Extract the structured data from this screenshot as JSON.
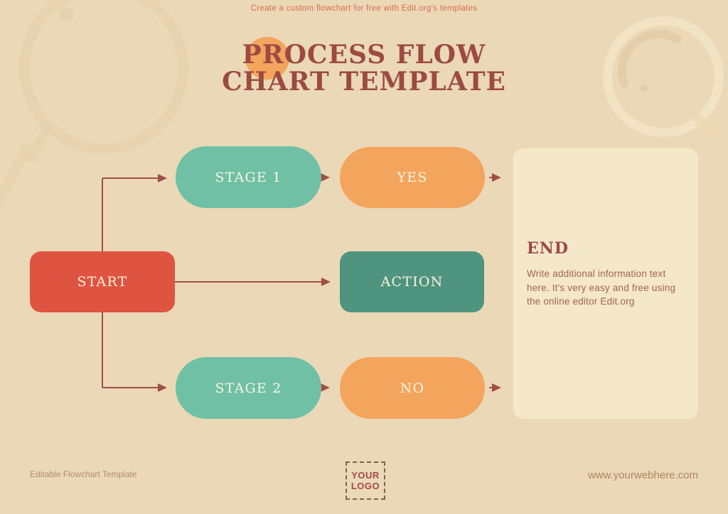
{
  "header": {
    "tagline": "Create a custom flowchart for free with Edit.org's templates",
    "title_line1": "PROCESS FLOW",
    "title_line2": "CHART TEMPLATE"
  },
  "flowchart": {
    "start": {
      "label": "START"
    },
    "stage1": {
      "label": "STAGE 1"
    },
    "yes": {
      "label": "YES"
    },
    "action": {
      "label": "ACTION"
    },
    "stage2": {
      "label": "STAGE 2"
    },
    "no": {
      "label": "NO"
    },
    "end": {
      "title": "END",
      "body": "Write additional information text here. It's very easy and free using the online editor Edit.org"
    }
  },
  "footer": {
    "left_label": "Editable Flowchart Template",
    "logo_line1": "YOUR",
    "logo_line2": "LOGO",
    "website": "www.yourwebhere.com"
  },
  "colors": {
    "background": "#ebd8b7",
    "start_node": "#df5440",
    "stage_node": "#6fc0a5",
    "action_node": "#4f947e",
    "decision_node": "#f3a45d",
    "end_panel": "#f4e8c9",
    "title_text": "#9c4a42",
    "tagline_text": "#da6a4f",
    "arrow": "#9e4f47",
    "accent_circle": "#f3a45d",
    "body_text": "#a5624e",
    "footer_text": "#b38a70"
  }
}
